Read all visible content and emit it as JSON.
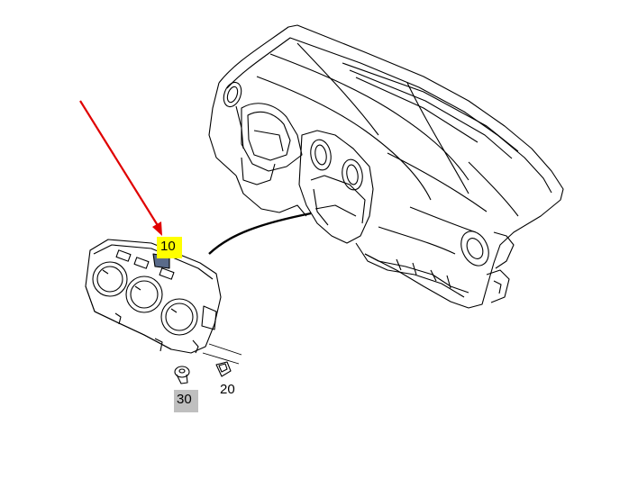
{
  "diagram": {
    "callouts": [
      {
        "id": "10",
        "label": "10",
        "highlight": "#ffff00"
      },
      {
        "id": "20",
        "label": "20",
        "highlight": ""
      },
      {
        "id": "30",
        "label": "30",
        "highlight": "#bfbfbf"
      }
    ],
    "pointer_arrow_color": "#e00000",
    "line_color": "#000000"
  }
}
